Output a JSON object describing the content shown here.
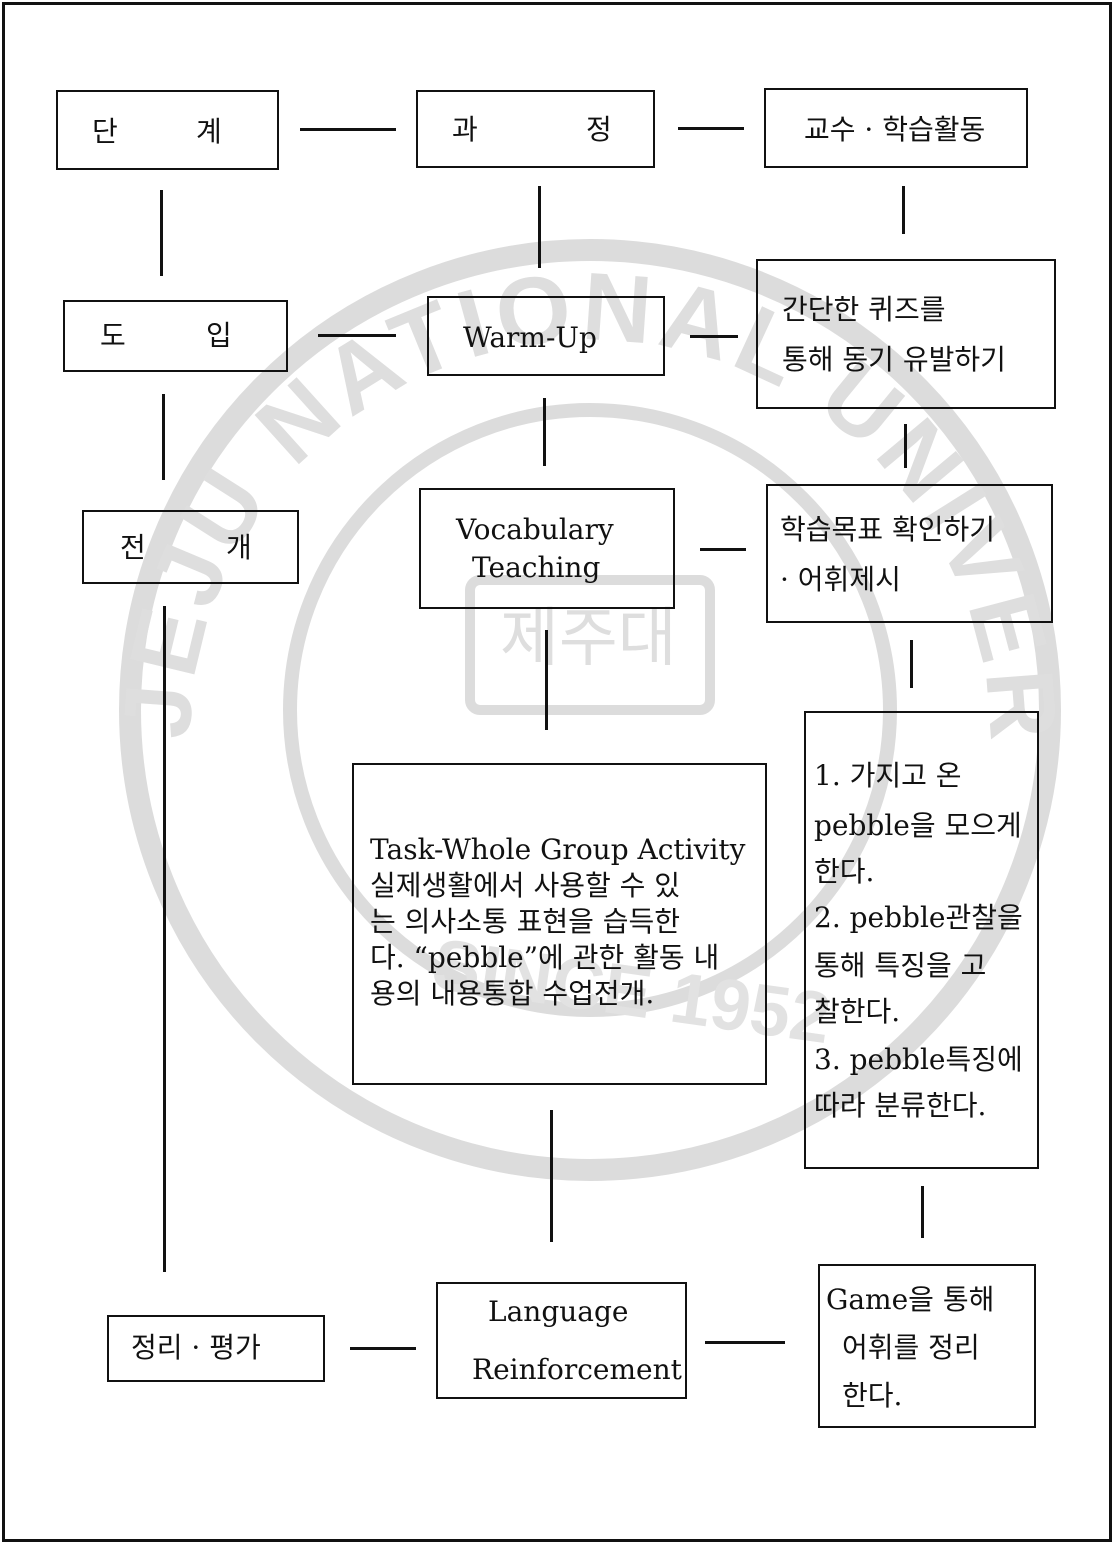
{
  "columns": {
    "stage": {
      "header_a": "단",
      "header_b": "계",
      "intro_a": "도",
      "intro_b": "입",
      "dev_a": "전",
      "dev_b": "개",
      "wrap": "정리 · 평가"
    },
    "process": {
      "header_a": "과",
      "header_b": "정",
      "warmup": "Warm-Up",
      "vocab_line1": "Vocabulary",
      "vocab_line2": "Teaching",
      "task_lines": [
        "Task-Whole Group Activity",
        "실제생활에서 사용할 수 있",
        "는 의사소통 표현을 습득한",
        "다. “pebble”에 관한 활동 내",
        "용의 내용통합 수업전개."
      ],
      "reinforce_line1": "Language",
      "reinforce_line2": "Reinforcement"
    },
    "activity": {
      "header": "교수 · 학습활동",
      "quiz_lines": [
        "간단한 퀴즈를",
        "통해 동기 유발하기"
      ],
      "goal_lines": [
        "학습목표 확인하기",
        "· 어휘제시"
      ],
      "steps_lines": [
        "1. 가지고 온",
        "pebble을 모으게",
        "한다.",
        "2. pebble관찰을",
        "통해 특징을 고",
        "찰한다.",
        "3. pebble특징에",
        "따라 분류한다."
      ],
      "game_lines": [
        "Game을 통해",
        "어휘를 정리",
        "한다."
      ]
    }
  },
  "watermark": {
    "arc_top": "JEJU NATIONAL UNIVERSITY",
    "arc_bottom": "SINCE 1952",
    "center": "제주대",
    "color": "#d9d9d9"
  }
}
